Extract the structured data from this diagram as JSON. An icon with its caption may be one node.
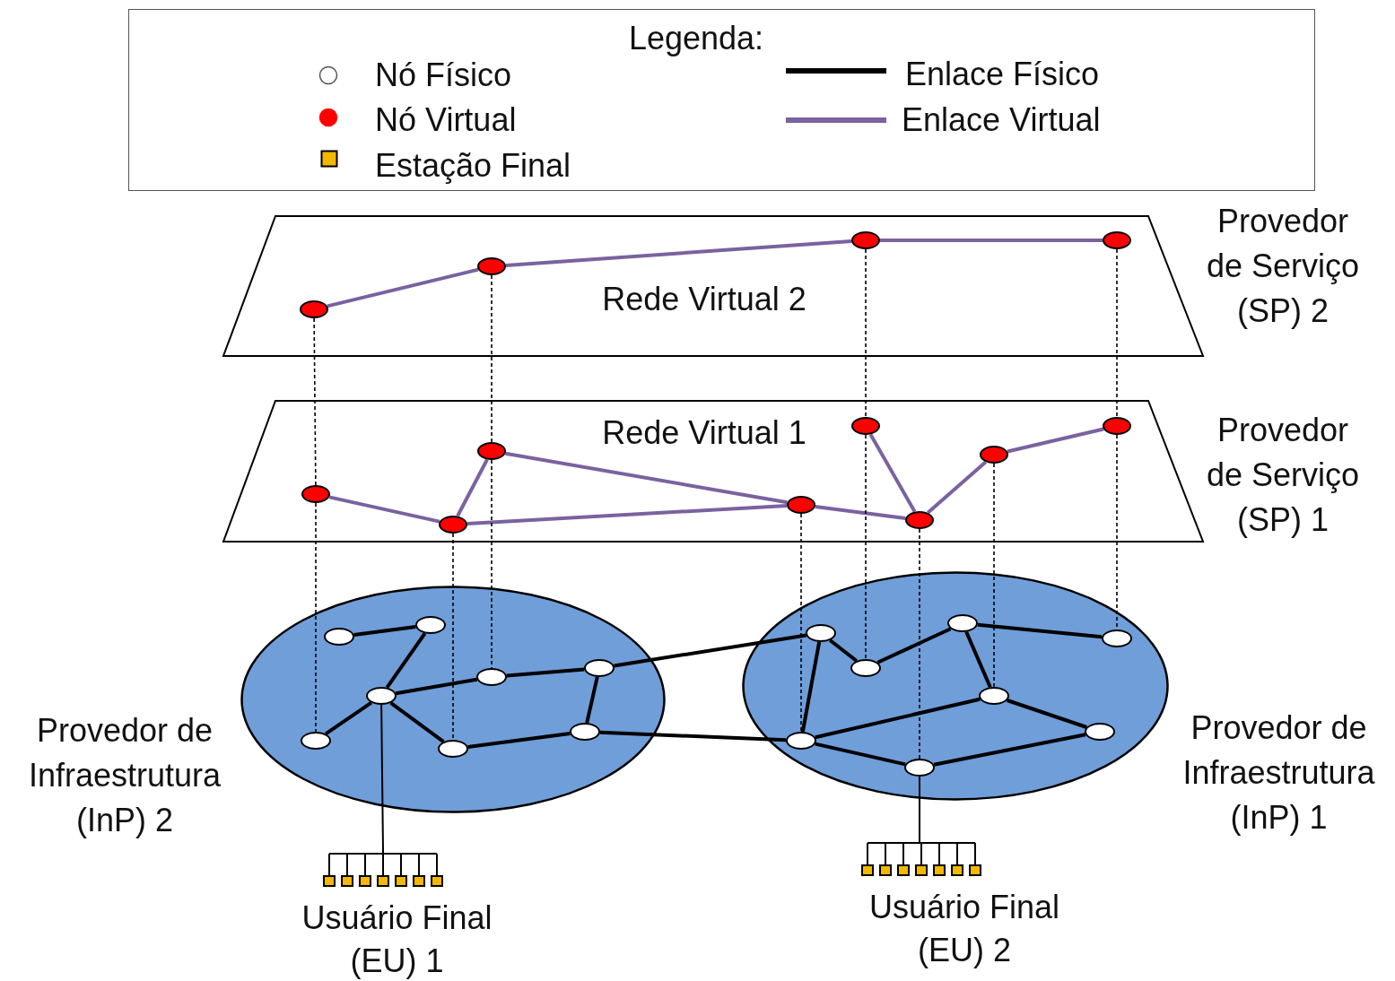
{
  "diagram": {
    "nodes": [
      {
        "text": [
          "Rede Virtual 2"
        ],
        "beside": [
          "Provedor de Serviço (SP) 2"
        ]
      },
      {
        "text": [],
        "shape": "circle",
        "in": 0
      },
      {
        "text": [],
        "shape": "circle",
        "in": 0
      },
      {
        "text": [],
        "shape": "circle",
        "in": 0
      },
      {
        "text": [],
        "shape": "circle",
        "in": 0
      },
      {
        "text": [
          "Rede Virtual 1"
        ],
        "beside": [
          "Provedor de Serviço (SP) 1"
        ]
      },
      {
        "text": [],
        "shape": "circle",
        "in": 5
      },
      {
        "text": [],
        "shape": "circle",
        "in": 5
      },
      {
        "text": [],
        "shape": "circle",
        "in": 5
      },
      {
        "text": [],
        "shape": "circle",
        "in": 5
      },
      {
        "text": [],
        "shape": "circle",
        "in": 5
      },
      {
        "text": [],
        "shape": "circle",
        "in": 5
      },
      {
        "text": [],
        "shape": "circle",
        "in": 5
      },
      {
        "text": [],
        "shape": "circle",
        "in": 5
      },
      {
        "text": [
          "Provedor de Infraestrutura (InP) 2"
        ]
      },
      {
        "text": [],
        "shape": "circle",
        "in": 14
      },
      {
        "text": [],
        "shape": "circle",
        "in": 14
      },
      {
        "text": [],
        "shape": "circle",
        "in": 14
      },
      {
        "text": [],
        "shape": "circle",
        "in": 14
      },
      {
        "text": [],
        "shape": "circle",
        "in": 14
      },
      {
        "text": [],
        "shape": "circle",
        "in": 14
      },
      {
        "text": [],
        "shape": "circle",
        "in": 14
      },
      {
        "text": [],
        "shape": "circle",
        "in": 14
      },
      {
        "text": [
          "Provedor de Infraestrutura (InP) 1"
        ]
      },
      {
        "text": [],
        "shape": "circle",
        "in": 23
      },
      {
        "text": [],
        "shape": "circle",
        "in": 23
      },
      {
        "text": [],
        "shape": "circle",
        "in": 23
      },
      {
        "text": [],
        "shape": "circle",
        "in": 23
      },
      {
        "text": [],
        "shape": "circle",
        "in": 23
      },
      {
        "text": [],
        "shape": "circle",
        "in": 23
      },
      {
        "text": [],
        "shape": "circle",
        "in": 23
      },
      {
        "text": [],
        "shape": "circle",
        "in": 23
      },
      {
        "text": [
          "Usuário Final (EU) 1"
        ]
      },
      {
        "text": [
          "Usuário Final (EU) 2"
        ]
      }
    ],
    "edges": [
      {
        "from": 1,
        "to": 2,
        "arrow": "none",
        "color": "#7a62a0"
      },
      {
        "from": 2,
        "to": 3,
        "arrow": "none",
        "color": "#7a62a0"
      },
      {
        "from": 3,
        "to": 4,
        "arrow": "none",
        "color": "#7a62a0"
      },
      {
        "from": 6,
        "to": 7,
        "arrow": "none",
        "color": "#7a62a0"
      },
      {
        "from": 7,
        "to": 8,
        "arrow": "none",
        "color": "#7a62a0"
      },
      {
        "from": 8,
        "to": 9,
        "arrow": "none",
        "color": "#7a62a0"
      },
      {
        "from": 7,
        "to": 9,
        "arrow": "none",
        "color": "#7a62a0"
      },
      {
        "from": 9,
        "to": 11,
        "arrow": "none",
        "color": "#7a62a0"
      },
      {
        "from": 10,
        "to": 11,
        "arrow": "none",
        "color": "#7a62a0"
      },
      {
        "from": 11,
        "to": 12,
        "arrow": "none",
        "color": "#7a62a0"
      },
      {
        "from": 12,
        "to": 13,
        "arrow": "none",
        "color": "#7a62a0"
      },
      {
        "from": 1,
        "to": 6,
        "arrow": "none",
        "style": "dashed"
      },
      {
        "from": 6,
        "to": 15,
        "arrow": "none",
        "style": "dashed"
      },
      {
        "from": 2,
        "to": 8,
        "arrow": "none",
        "style": "dashed"
      },
      {
        "from": 8,
        "to": 20,
        "arrow": "none",
        "style": "dashed"
      },
      {
        "from": 3,
        "to": 10,
        "arrow": "none",
        "style": "dashed"
      },
      {
        "from": 10,
        "to": 26,
        "arrow": "none",
        "style": "dashed"
      },
      {
        "from": 4,
        "to": 13,
        "arrow": "none",
        "style": "dashed"
      },
      {
        "from": 13,
        "to": 31,
        "arrow": "none",
        "style": "dashed"
      },
      {
        "from": 7,
        "to": 19,
        "arrow": "none",
        "style": "dashed"
      },
      {
        "from": 9,
        "to": 24,
        "arrow": "none",
        "style": "dashed"
      },
      {
        "from": 11,
        "to": 27,
        "arrow": "none",
        "style": "dashed"
      },
      {
        "from": 12,
        "to": 29,
        "arrow": "none",
        "style": "dashed"
      },
      {
        "from": 16,
        "to": 18,
        "arrow": "none"
      },
      {
        "from": 18,
        "to": 17,
        "arrow": "none"
      },
      {
        "from": 17,
        "to": 20,
        "arrow": "none"
      },
      {
        "from": 20,
        "to": 22,
        "arrow": "none"
      },
      {
        "from": 17,
        "to": 15,
        "arrow": "none"
      },
      {
        "from": 17,
        "to": 19,
        "arrow": "none"
      },
      {
        "from": 19,
        "to": 21,
        "arrow": "none"
      },
      {
        "from": 21,
        "to": 22,
        "arrow": "none"
      },
      {
        "from": 22,
        "to": 25,
        "arrow": "none"
      },
      {
        "from": 21,
        "to": 24,
        "arrow": "none"
      },
      {
        "from": 25,
        "to": 26,
        "arrow": "none"
      },
      {
        "from": 26,
        "to": 28,
        "arrow": "none"
      },
      {
        "from": 28,
        "to": 31,
        "arrow": "none"
      },
      {
        "from": 28,
        "to": 29,
        "arrow": "none"
      },
      {
        "from": 25,
        "to": 24,
        "arrow": "none"
      },
      {
        "from": 24,
        "to": 29,
        "arrow": "none"
      },
      {
        "from": 29,
        "to": 30,
        "arrow": "none"
      },
      {
        "from": 24,
        "to": 27,
        "arrow": "none"
      },
      {
        "from": 27,
        "to": 30,
        "arrow": "none"
      },
      {
        "from": 17,
        "to": 32,
        "arrow": "none"
      },
      {
        "from": 27,
        "to": 33,
        "arrow": "none"
      }
    ],
    "labels": [
      "Legenda:"
    ],
    "legend": [
      {
        "text": "Nó Físico"
      },
      {
        "text": "Nó Virtual"
      },
      {
        "text": "Estação Final"
      },
      {
        "text": "Enlace Físico"
      },
      {
        "text": "Enlace Virtual"
      }
    ]
  }
}
